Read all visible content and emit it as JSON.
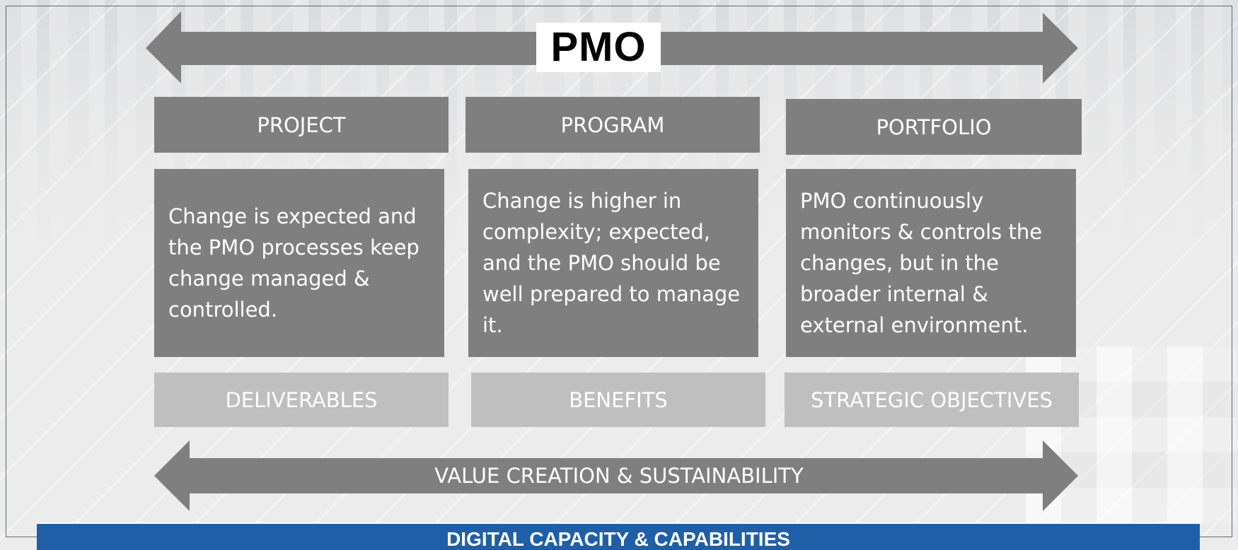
{
  "title": "PMO",
  "columns": [
    {
      "header": "PROJECT",
      "description": "Change is expected and the PMO  processes keep change managed & controlled.",
      "outcome": "DELIVERABLES"
    },
    {
      "header": "PROGRAM",
      "description": "Change is higher in complexity; expected, and the PMO  should be well prepared to manage it.",
      "outcome": "BENEFITS"
    },
    {
      "header": "PORTFOLIO",
      "description": "PMO continuously monitors & controls the changes, but in the broader internal & external environment.",
      "outcome": "STRATEGIC OBJECTIVES"
    }
  ],
  "bottom_arrow": "VALUE CREATION & SUSTAINABILITY",
  "footer": "DIGITAL CAPACITY & CAPABILITIES",
  "colors": {
    "dark_box": "#7f7f7f",
    "light_box": "#bfbfbf",
    "arrow": "#7f7f7f",
    "footer_bar": "#1f5fa8"
  }
}
